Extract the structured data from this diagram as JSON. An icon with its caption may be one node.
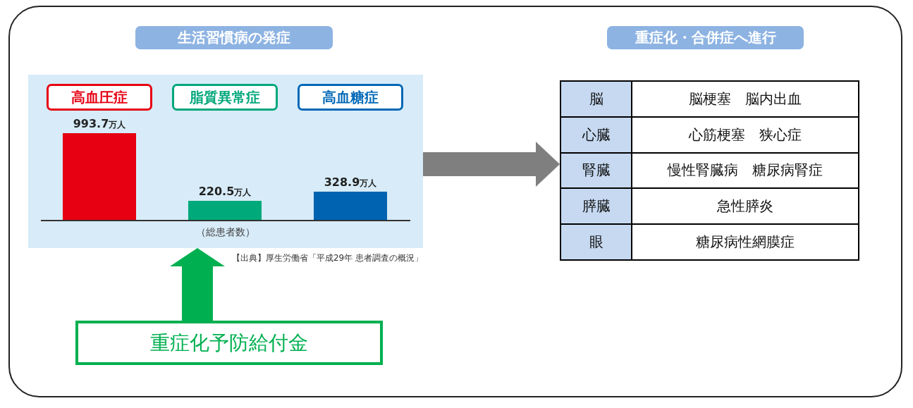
{
  "diagram": {
    "nodes": [
      {
        "text": [
          "生活習慣病の発症"
        ]
      },
      {
        "text": [],
        "shape": "box",
        "beside": [
          "【出典】厚生労働省「平成29年 患者調査の概況」"
        ]
      },
      {
        "text": [
          "重症化予防給付金"
        ]
      },
      {
        "text": [
          "重症化・合併症へ進行"
        ]
      },
      {
        "text": [],
        "shape": "box"
      }
    ],
    "edges": [
      {
        "from": 2,
        "to": 1,
        "arrow": "to",
        "color": "#00b050"
      },
      {
        "from": 1,
        "to": 4,
        "arrow": "to",
        "color": "#7f7f7f"
      }
    ],
    "labels": [
      "脳",
      "脳梗塞　脳内出血",
      "心臓",
      "心筋梗塞　狭心症",
      "腎臓",
      "慢性腎臓病　糖尿病腎症",
      "膵臓",
      "急性膵炎",
      "眼",
      "糖尿病性網膜症"
    ],
    "chart_data": {
      "type": "bar",
      "xlabel": "（総患者数）",
      "categories": [
        "高血圧症",
        "脂質異常症",
        "高血糖症"
      ],
      "series": [
        {
          "values": [
            993.7,
            220.5,
            328.9
          ]
        }
      ],
      "data_labels": true,
      "value_labels": [
        "993.7万人",
        "220.5万人",
        "328.9万人"
      ]
    }
  }
}
